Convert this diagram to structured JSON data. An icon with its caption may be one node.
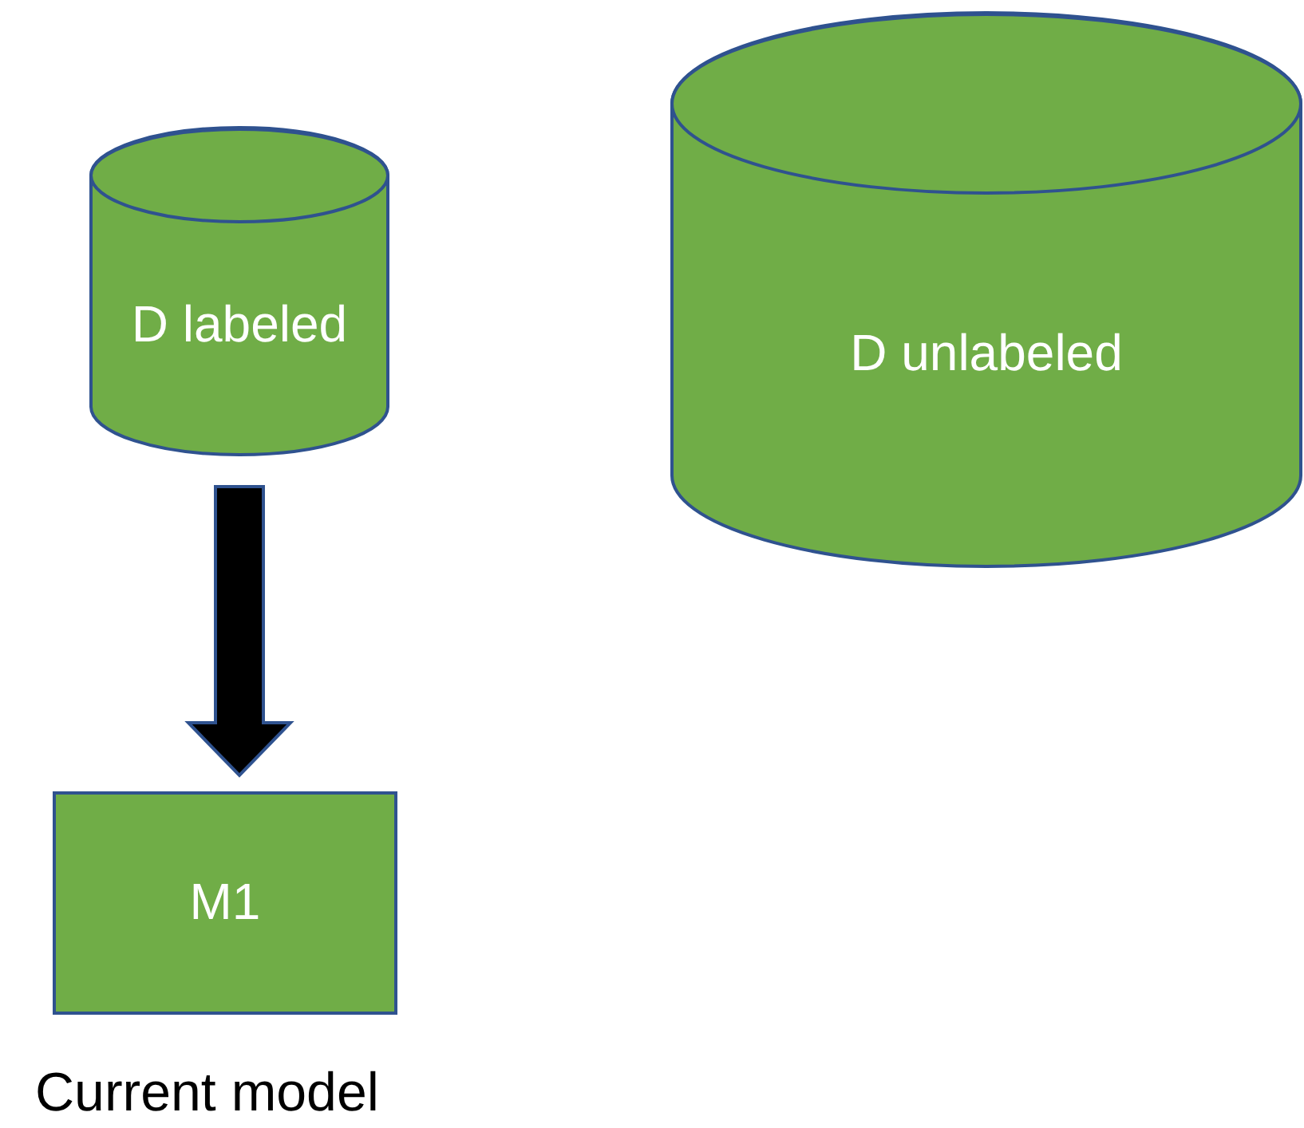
{
  "diagram": {
    "nodes": [
      {
        "text": [
          "D labeled"
        ]
      },
      {
        "text": [
          "D unlabeled"
        ]
      },
      {
        "text": [
          "M1"
        ],
        "beside": [
          "Current model"
        ]
      }
    ],
    "edges": [
      {
        "from": 0,
        "to": 2,
        "arrow": "to",
        "style": "thick"
      }
    ]
  }
}
